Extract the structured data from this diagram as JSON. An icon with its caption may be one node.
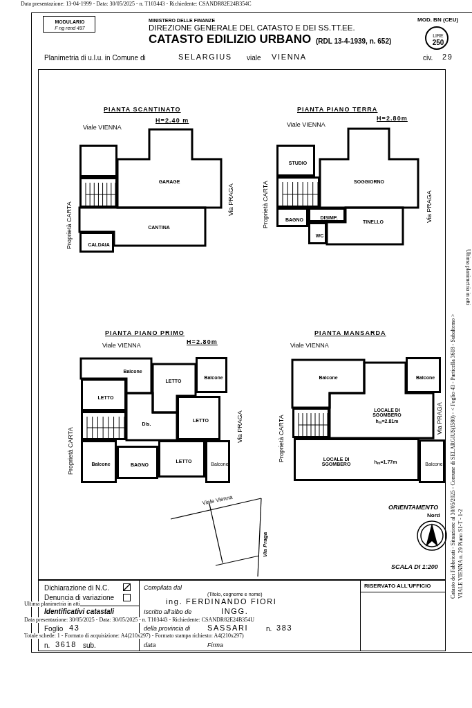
{
  "diagram": {
    "title": "CATASTO EDILIZIO URBANO",
    "nodes": [
      {
        "text": [
          "MODULARIO",
          "F ng rend 497"
        ]
      },
      {
        "text": [
          "LIRE",
          "250"
        ]
      },
      {
        "text": [],
        "shape": "box"
      },
      {
        "text": [],
        "shape": "box"
      },
      {
        "text": [
          "GARAGE"
        ]
      },
      {
        "text": [
          "CANTINA"
        ]
      },
      {
        "text": [
          "CALDAIA"
        ]
      },
      {
        "text": [
          "STUDIO"
        ]
      },
      {
        "text": [],
        "shape": "box"
      },
      {
        "text": [
          "SOGGIORNO"
        ]
      },
      {
        "text": [
          "BAGNO"
        ]
      },
      {
        "text": [
          "DISIMP."
        ]
      },
      {
        "text": [
          "WC"
        ]
      },
      {
        "text": [
          "TINELLO"
        ]
      },
      {
        "text": [
          "Balcone"
        ]
      },
      {
        "text": [
          "LETTO"
        ]
      },
      {
        "text": [
          "LETTO"
        ]
      },
      {
        "text": [
          "Balcone"
        ]
      },
      {
        "text": [],
        "shape": "box"
      },
      {
        "text": [
          "Dis."
        ]
      },
      {
        "text": [
          "LETTO"
        ]
      },
      {
        "text": [
          "Balcone"
        ]
      },
      {
        "text": [
          "BAGNO"
        ]
      },
      {
        "text": [
          "LETTO"
        ]
      },
      {
        "text": [
          "Balcone"
        ]
      },
      {
        "text": [
          "Balcone"
        ]
      },
      {
        "text": [
          "Balcone"
        ]
      },
      {
        "text": [],
        "shape": "box"
      },
      {
        "text": [
          "LOCALE DI SGOMBERO",
          "h$_{m}$=2.81m"
        ]
      },
      {
        "text": [
          "LOCALE DI SGOMBERO",
          "h$_{m}$=1.77m"
        ]
      },
      {
        "text": [
          "Balcone"
        ]
      }
    ],
    "labels": [
      "MINISTERO DELLE FINANZE",
      "DIREZIONE GENERALE DEL CATASTO E DEI SS.TT.EE.",
      "(RDL 13-4-1939, n. 652)",
      "MOD. BN (CEU)",
      "Planimetria di u.l.u. in Comune di",
      "SELARGIUS",
      "viale",
      "VIENNA",
      "civ.",
      "29",
      "PIANTA SCANTINATO",
      "H=2.40 m",
      "PIANTA PIANO TERRA",
      "H=2.80m",
      "Viale VIENNA",
      "Viale VIENNA",
      "Proprietà CARTA",
      "Via PRAGA",
      "Proprietà CARTA",
      "Via PRAGA",
      "PIANTA PIANO PRIMO",
      "H=2.80m",
      "PIANTA MANSARDA",
      "Viale VIENNA",
      "Viale VIENNA",
      "Proprietà CARTA",
      "Via PRAGA",
      "Proprietà CARTA",
      "Via PRAGA",
      "Viale Vienna",
      "Via Praga",
      "ORIENTAMENTO",
      "Nord",
      "SCALA DI 1:200",
      "Dichiarazione di N.C.",
      "Denuncia di variazione",
      "Compilata dal",
      "(Titolo, cognome e nome)",
      "ing. FERDINANDO FIORI",
      "RISERVATO ALL'UFFICIO",
      "Identificativi catastali",
      "Iscritto all'albo de",
      "INGG.",
      "Foglio",
      "43",
      "della provincia di",
      "SASSARI",
      "n.",
      "383",
      "n.",
      "3618",
      "sub.",
      "data",
      "Firma",
      "Data presentazione: 13-04-1999 - Data: 30/05/2025 - n. T103443 - Richiedente: CSANDR82E24B354C",
      "Ultima planimetria in atti",
      "Data presentazione: 30/05/2025 - Data: 30/05/2025 - n. T103443 - Richiedente: CSANDR82E24B354U",
      "Totale schede: 1 - Formato di acquisizione: A4(210x297) - Formato stampa richiesto: A4(210x297)",
      "Catasto dei Fabbricati - Situazione al 30/05/2025 - Comune di SELARGIUS(I580) - < Foglio 43 - Particella 3618 - Subalterno >",
      "VIALE VIENNA n. 29 Piano S1-T - 1-2",
      "Ultima planimetria in atti"
    ]
  }
}
